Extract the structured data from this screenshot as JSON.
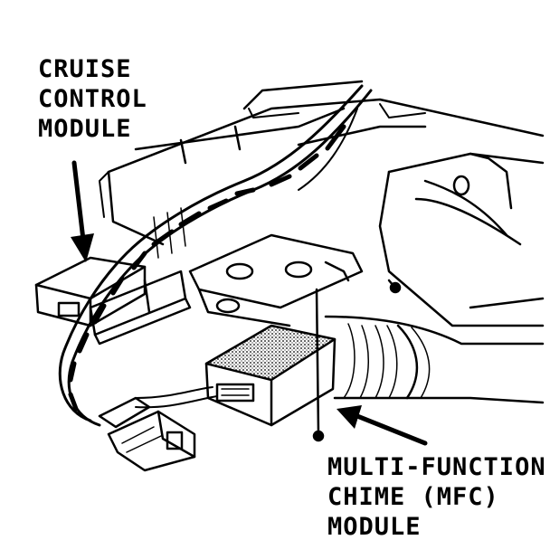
{
  "callouts": {
    "cruise": {
      "lines": [
        "CRUISE",
        "CONTROL",
        "MODULE"
      ]
    },
    "mfc": {
      "lines": [
        "MULTI-FUNCTION",
        "CHIME (MFC)",
        "MODULE"
      ]
    }
  },
  "colors": {
    "ink": "#000000",
    "paper": "#ffffff",
    "stipple": "#9a9a9a"
  }
}
